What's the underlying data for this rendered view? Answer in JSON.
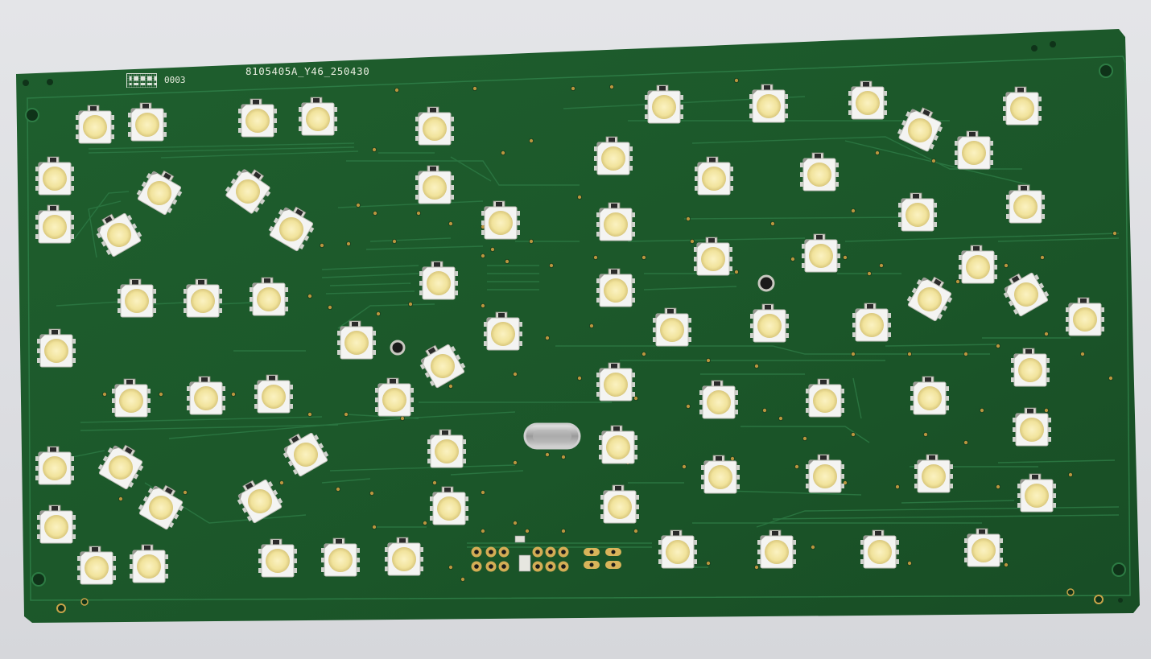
{
  "board": {
    "part_number": "8105405A_Y46_250430",
    "serial": "0003",
    "colors": {
      "solder_mask": "#1d5a2c",
      "solder_mask_dark": "#154a23",
      "trace": "#25703a",
      "silkscreen": "#e8eddf",
      "led_phosphor": "#f3e7a6",
      "pad_gold": "#c9a44a",
      "background": "#dcdde1"
    }
  },
  "components": {
    "led_type": "smd-5050-led",
    "header_pins": "pin-header-pads",
    "crystal": "crystal-oscillator"
  }
}
